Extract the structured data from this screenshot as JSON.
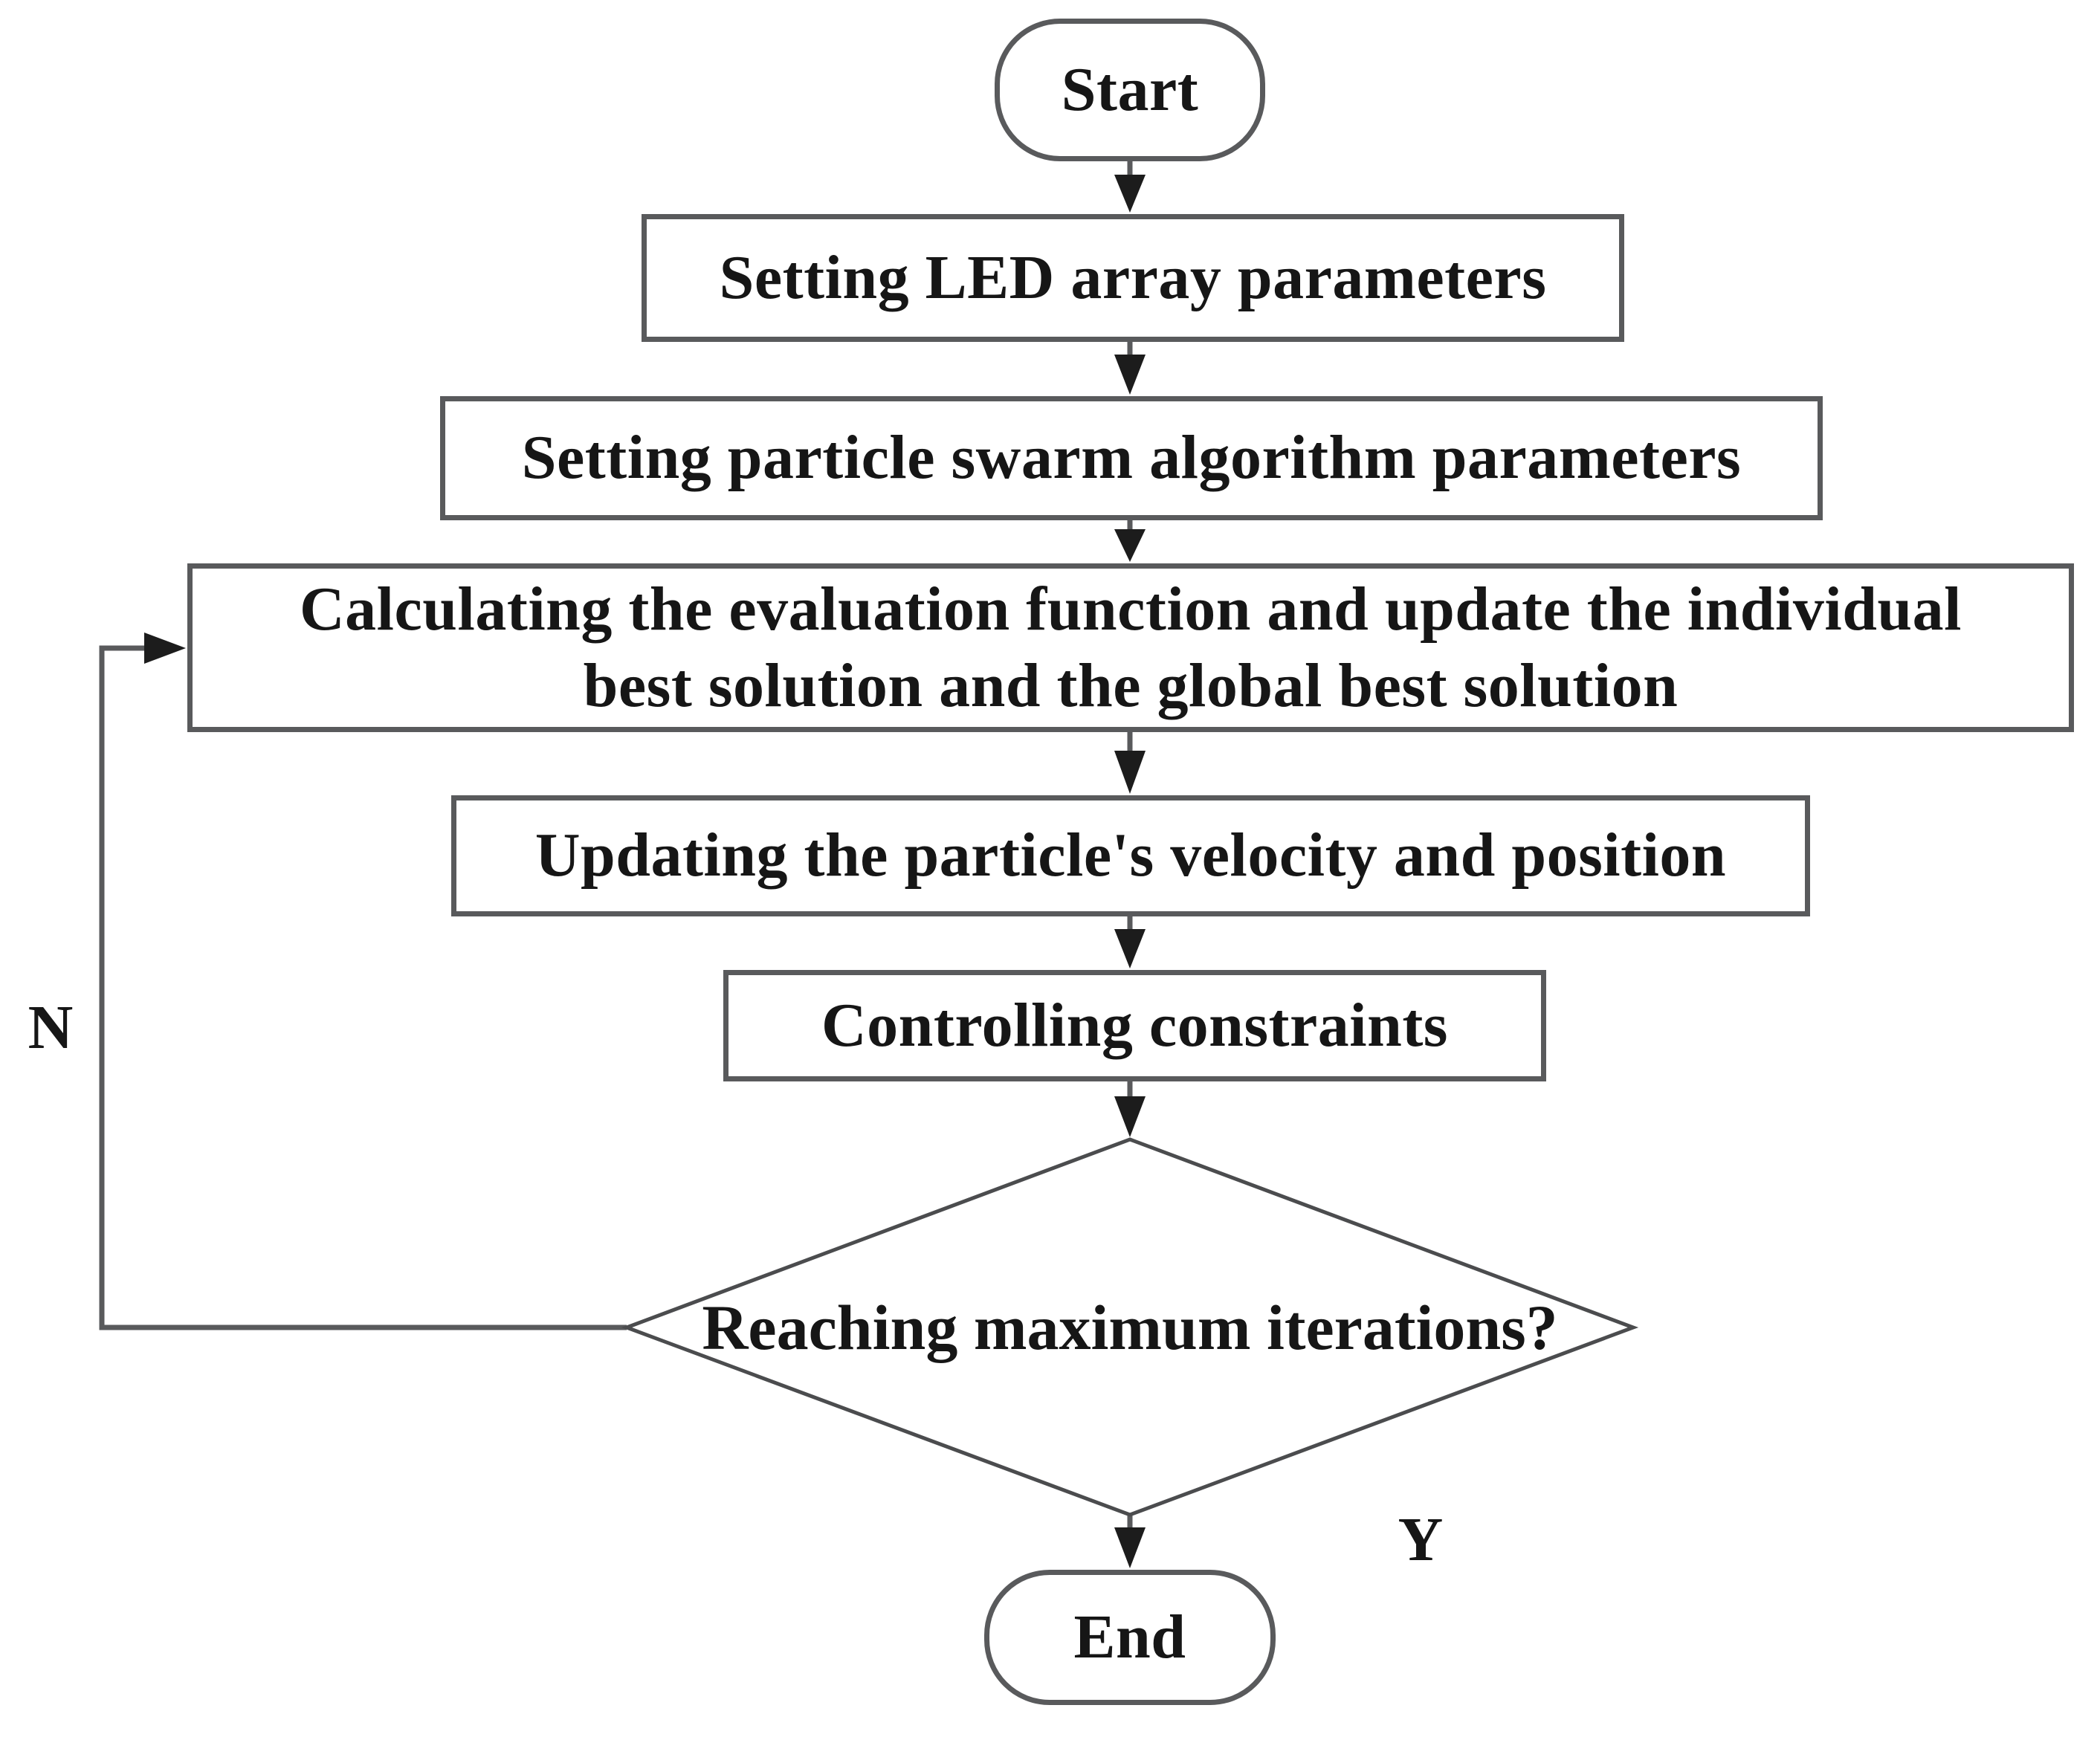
{
  "diagram": {
    "type": "flowchart",
    "nodes": {
      "start": "Start",
      "step_led": "Setting LED array parameters",
      "step_pso": "Setting particle swarm algorithm parameters",
      "step_eval": "Calculating the evaluation function and update the individual best solution and the global best solution",
      "step_update": "Updating the particle's velocity and position",
      "step_constraints": "Controlling constraints",
      "decision": "Reaching maximum iterations?",
      "end": "End"
    },
    "edge_labels": {
      "no": "N",
      "yes": "Y"
    },
    "edges": [
      {
        "from": "start",
        "to": "step_led",
        "label": ""
      },
      {
        "from": "step_led",
        "to": "step_pso",
        "label": ""
      },
      {
        "from": "step_pso",
        "to": "step_eval",
        "label": ""
      },
      {
        "from": "step_eval",
        "to": "step_update",
        "label": ""
      },
      {
        "from": "step_update",
        "to": "step_constraints",
        "label": ""
      },
      {
        "from": "step_constraints",
        "to": "decision",
        "label": ""
      },
      {
        "from": "decision",
        "to": "end",
        "label": "Y"
      },
      {
        "from": "decision",
        "to": "step_eval",
        "label": "N"
      }
    ],
    "colors": {
      "line": "#595a5c",
      "node_border": "#595a5c",
      "diamond_border": "#4b4c4e",
      "arrowhead": "#1c1c1c",
      "text": "#161616",
      "background": "#ffffff"
    }
  }
}
